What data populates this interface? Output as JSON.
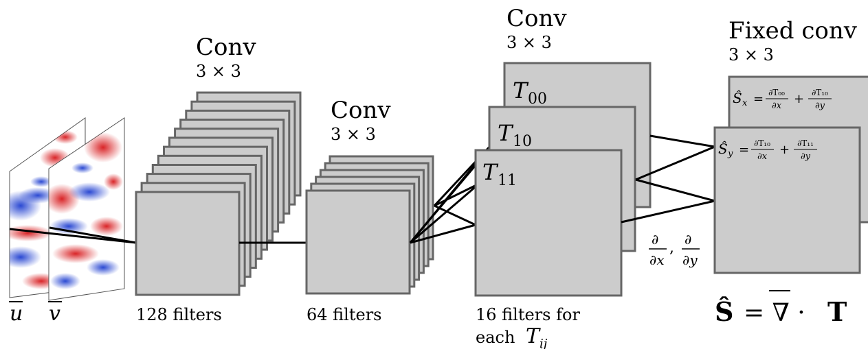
{
  "inputs": {
    "u_label": "u",
    "v_label": "v"
  },
  "layer1": {
    "title": "Conv",
    "kernel": "3 × 3",
    "caption": "128 filters"
  },
  "layer2": {
    "title": "Conv",
    "kernel": "3 × 3",
    "caption": "64 filters"
  },
  "layer3": {
    "title": "Conv",
    "kernel": "3 × 3",
    "caption_line1": "16 filters for",
    "caption_line2_prefix": "each",
    "caption_line2_math": "T",
    "caption_line2_sub": "ij",
    "t00": "T",
    "t00_sub": "00",
    "t10": "T",
    "t10_sub": "10",
    "t11": "T",
    "t11_sub": "11"
  },
  "layer4": {
    "title": "Fixed conv",
    "kernel": "3 × 3",
    "sx_lhs": "Ŝ",
    "sx_sub": "x",
    "sx_num1": "∂T₀₀",
    "sx_den1": "∂x",
    "sx_num2": "∂T₁₀",
    "sx_den2": "∂y",
    "sy_lhs": "Ŝ",
    "sy_sub": "y",
    "sy_num1": "∂T₁₀",
    "sy_den1": "∂x",
    "sy_num2": "∂T₁₁",
    "sy_den2": "∂y",
    "deriv_num": "∂",
    "deriv_den_x": "∂x",
    "deriv_den_y": "∂y",
    "final_eq_lhs": "Ŝ",
    "final_eq_mid": "= ∇ ·",
    "final_eq_rhs": "T"
  },
  "colors": {
    "box_fill": "#cccccc",
    "box_stroke": "#666666",
    "line": "#000000",
    "field_red": "#d7191c",
    "field_blue": "#2c4bd7"
  },
  "counts": {
    "layer1_stack": 12,
    "layer2_stack": 6
  }
}
